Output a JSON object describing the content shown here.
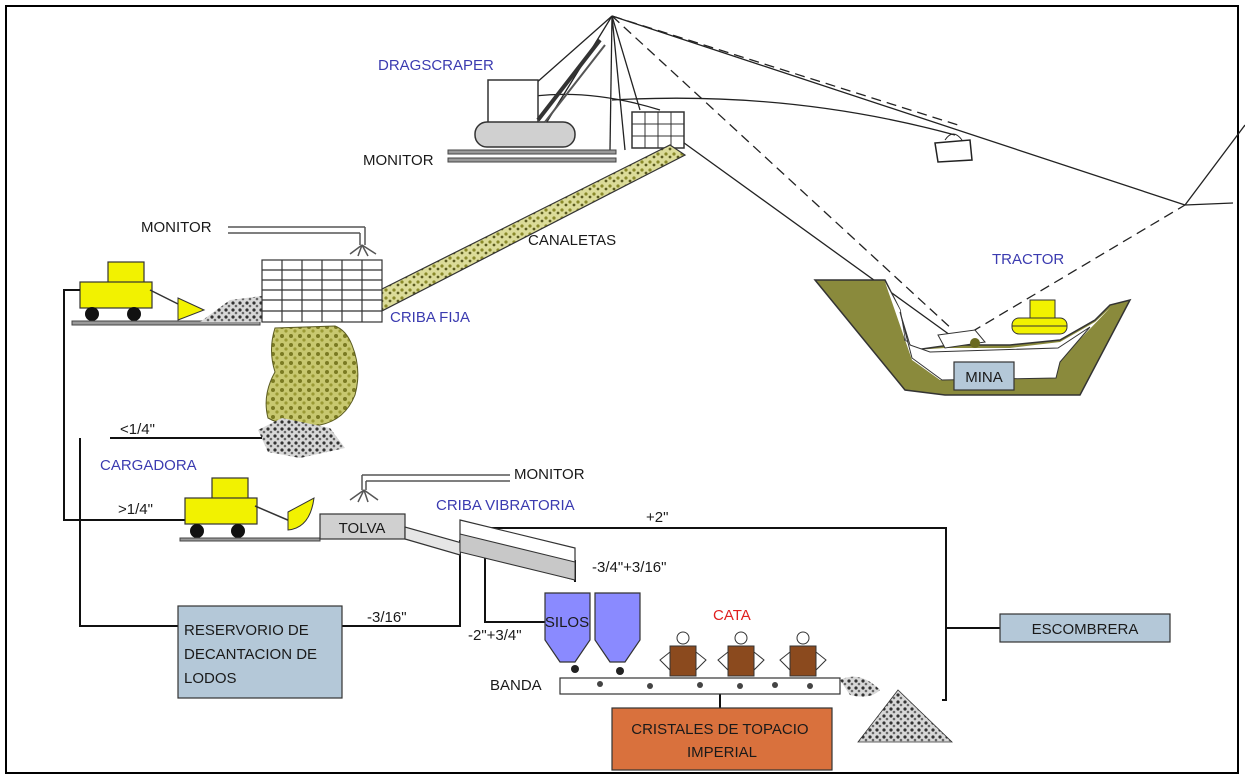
{
  "labels": {
    "dragscraper": "DRAGSCRAPER",
    "monitor_top": "MONITOR",
    "monitor_mid": "MONITOR",
    "monitor_low": "MONITOR",
    "canaletas": "CANALETAS",
    "criba_fija": "CRIBA FIJA",
    "tractor": "TRACTOR",
    "mina": "MINA",
    "lt_quarter": "<1/4\"",
    "cargadora": "CARGADORA",
    "gt_quarter": ">1/4\"",
    "tolva": "TOLVA",
    "criba_vibratoria": "CRIBA VIBRATORIA",
    "plus2": "+2\"",
    "size_34_316": "-3/4\"+3/16\"",
    "silos": "SILOS",
    "cata": "CATA",
    "escombrera": "ESCOMBRERA",
    "minus316": "-3/16\"",
    "size_2_34": "-2\"+3/4\"",
    "banda": "BANDA",
    "reservorio": [
      "RESERVORIO DE",
      "DECANTACION DE",
      "LODOS"
    ],
    "cristales": [
      "CRISTALES DE TOPACIO",
      "IMPERIAL"
    ]
  },
  "colors": {
    "machine_yellow": "#f2f200",
    "silo_blue": "#8a8aff",
    "box_blue": "#b4c8d8",
    "box_orange": "#d9713d",
    "pit_olive": "#8a8a3c",
    "cata_brown": "#8b4a1e",
    "blue_text": "#3b3bb0",
    "red_text": "#e02020"
  }
}
